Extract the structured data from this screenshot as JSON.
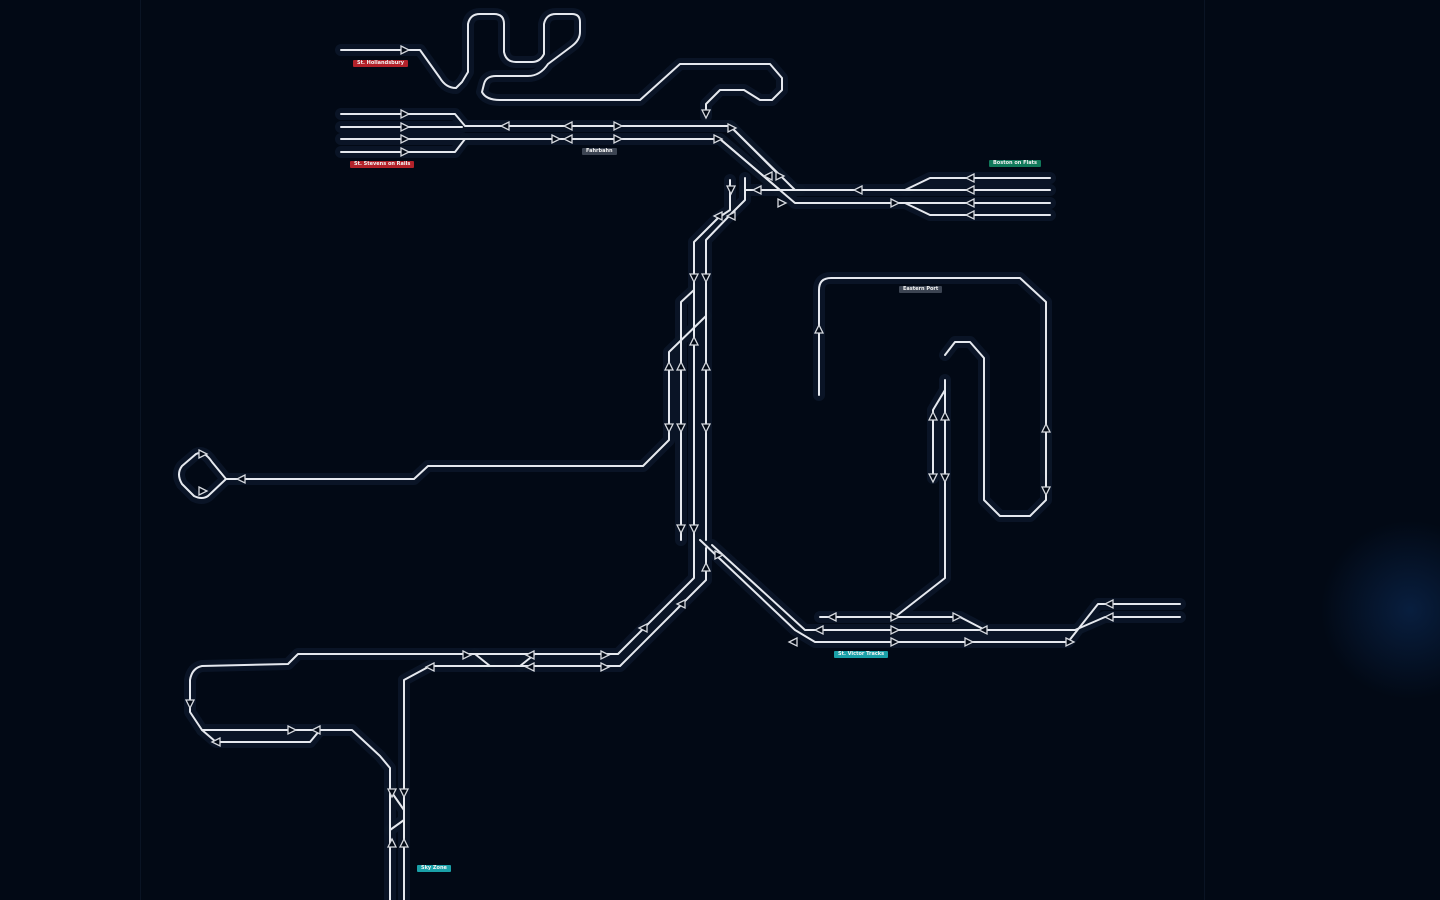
{
  "stations": [
    {
      "key": "station-a",
      "text": "",
      "color": "#3c4452"
    },
    {
      "key": "station-b",
      "text": "St. Hollandsbury",
      "color": "#b3222a"
    },
    {
      "key": "station-c",
      "text": "",
      "color": "#3c4452"
    },
    {
      "key": "station-d",
      "text": "St. Stevens on Rails",
      "color": "#b3222a"
    },
    {
      "key": "station-e",
      "text": "Fahrbahn",
      "color": "#3c4452"
    },
    {
      "key": "station-f",
      "text": "Boston on Flats",
      "color": "#10795a"
    },
    {
      "key": "station-g",
      "text": "Eastern Port",
      "color": "#3c4452"
    },
    {
      "key": "station-h",
      "text": "",
      "color": "#3c4452"
    },
    {
      "key": "station-i",
      "text": "",
      "color": "#c8c040"
    },
    {
      "key": "station-j",
      "text": "",
      "color": "#4a1aa8"
    },
    {
      "key": "station-k",
      "text": "",
      "color": "#b8661a"
    },
    {
      "key": "station-l",
      "text": "",
      "color": "#3c4452"
    },
    {
      "key": "station-m",
      "text": "",
      "color": "#3c4452"
    },
    {
      "key": "station-n",
      "text": "",
      "color": "#3c4452"
    },
    {
      "key": "station-o",
      "text": "",
      "color": "#3c4452"
    },
    {
      "key": "station-p",
      "text": "",
      "color": "#b8661a"
    },
    {
      "key": "station-q",
      "text": "",
      "color": "#b8661a"
    },
    {
      "key": "station-r",
      "text": "St. Victor Tracks",
      "color": "#1aa0a8"
    },
    {
      "key": "station-s",
      "text": "",
      "color": "#3c4452"
    },
    {
      "key": "station-t",
      "text": "",
      "color": "#b3222a"
    },
    {
      "key": "station-u",
      "text": "",
      "color": "#1a5a9a"
    },
    {
      "key": "station-v",
      "text": "",
      "color": "#3c4452"
    },
    {
      "key": "station-w",
      "text": "Sky Zone",
      "color": "#1aa0a8"
    }
  ],
  "colors": {
    "background": "#020915",
    "track": "#e6e9ef"
  }
}
